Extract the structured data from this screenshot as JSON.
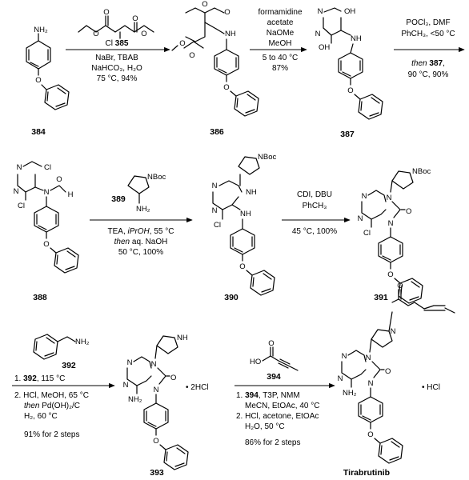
{
  "compounds": {
    "c384": {
      "id": "384"
    },
    "c385": {
      "id": "385"
    },
    "c386": {
      "id": "386"
    },
    "c387": {
      "id": "387"
    },
    "c388": {
      "id": "388"
    },
    "c389": {
      "id": "389"
    },
    "c390": {
      "id": "390"
    },
    "c391": {
      "id": "391"
    },
    "c392": {
      "id": "392"
    },
    "c393": {
      "id": "393",
      "salt": "• 2HCl"
    },
    "c394": {
      "id": "394"
    },
    "final": {
      "id": "Tirabrutinib",
      "salt": "• HCl"
    }
  },
  "atoms": {
    "nh2": "NH₂",
    "nh": "NH",
    "n": "N",
    "o": "O",
    "oh": "OH",
    "cl": "Cl",
    "h": "H",
    "nboc": "NBoc",
    "nh_short": "NH",
    "ho": "HO"
  },
  "steps": {
    "s1": {
      "line1": "Cl",
      "line2": "NaBr, TBAB",
      "line3": "NaHCO₃, H₂O",
      "line4": "75 °C, 94%"
    },
    "s2": {
      "line1": "formamidine",
      "line2": "acetate",
      "line3": "NaOMe",
      "line4": "MeOH",
      "line5": "5 to 40 °C",
      "line6": "87%"
    },
    "s3": {
      "line1": "POCl₃, DMF",
      "line2": "PhCH₃, <50 °C",
      "line3_then": "then",
      "line3_num": "387",
      "line4": "90 °C, 90%"
    },
    "s4": {
      "line1": "TEA, ",
      "line1_i": "iPrOH",
      "line1_tail": ", 55 °C",
      "line2_then": "then",
      "line2": " aq. NaOH",
      "line3": "50 °C, 100%"
    },
    "s5": {
      "line1": "CDI, DBU",
      "line2": "PhCH₃",
      "line3": "45 °C, 100%"
    },
    "s6": {
      "line1_pre": "1. ",
      "line1_num": "392",
      "line1": ", 115 °C",
      "line2": "2. HCl, MeOH, 65 °C",
      "line3_then": "then",
      "line3": " Pd(OH)₂/C",
      "line4": "H₂, 60 °C",
      "line5": "91% for 2 steps"
    },
    "s7": {
      "line1_pre": "1. ",
      "line1_num": "394",
      "line1": ", T3P, NMM",
      "line2": "MeCN, EtOAc, 40 °C",
      "line3": "2. HCl, acetone, EtOAc",
      "line4": "H₂O, 50 °C",
      "line5": "86% for 2 steps"
    }
  }
}
